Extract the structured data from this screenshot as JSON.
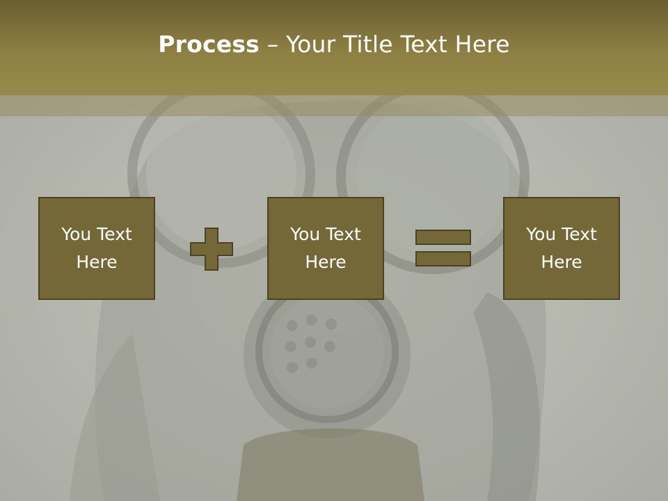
{
  "title": {
    "bold": "Process",
    "rest": " – Your Title Text Here"
  },
  "boxes": [
    {
      "label": "You Text\nHere"
    },
    {
      "label": "You Text\nHere"
    },
    {
      "label": "You Text\nHere"
    }
  ],
  "operators": {
    "first": "plus",
    "second": "equals"
  },
  "colors": {
    "title_bar": "#8e8042",
    "box_fill": "#746838",
    "box_border": "#4a4220",
    "background": "#b9bbb2",
    "text": "#ffffff"
  },
  "background_image": "gas-mask-photo"
}
